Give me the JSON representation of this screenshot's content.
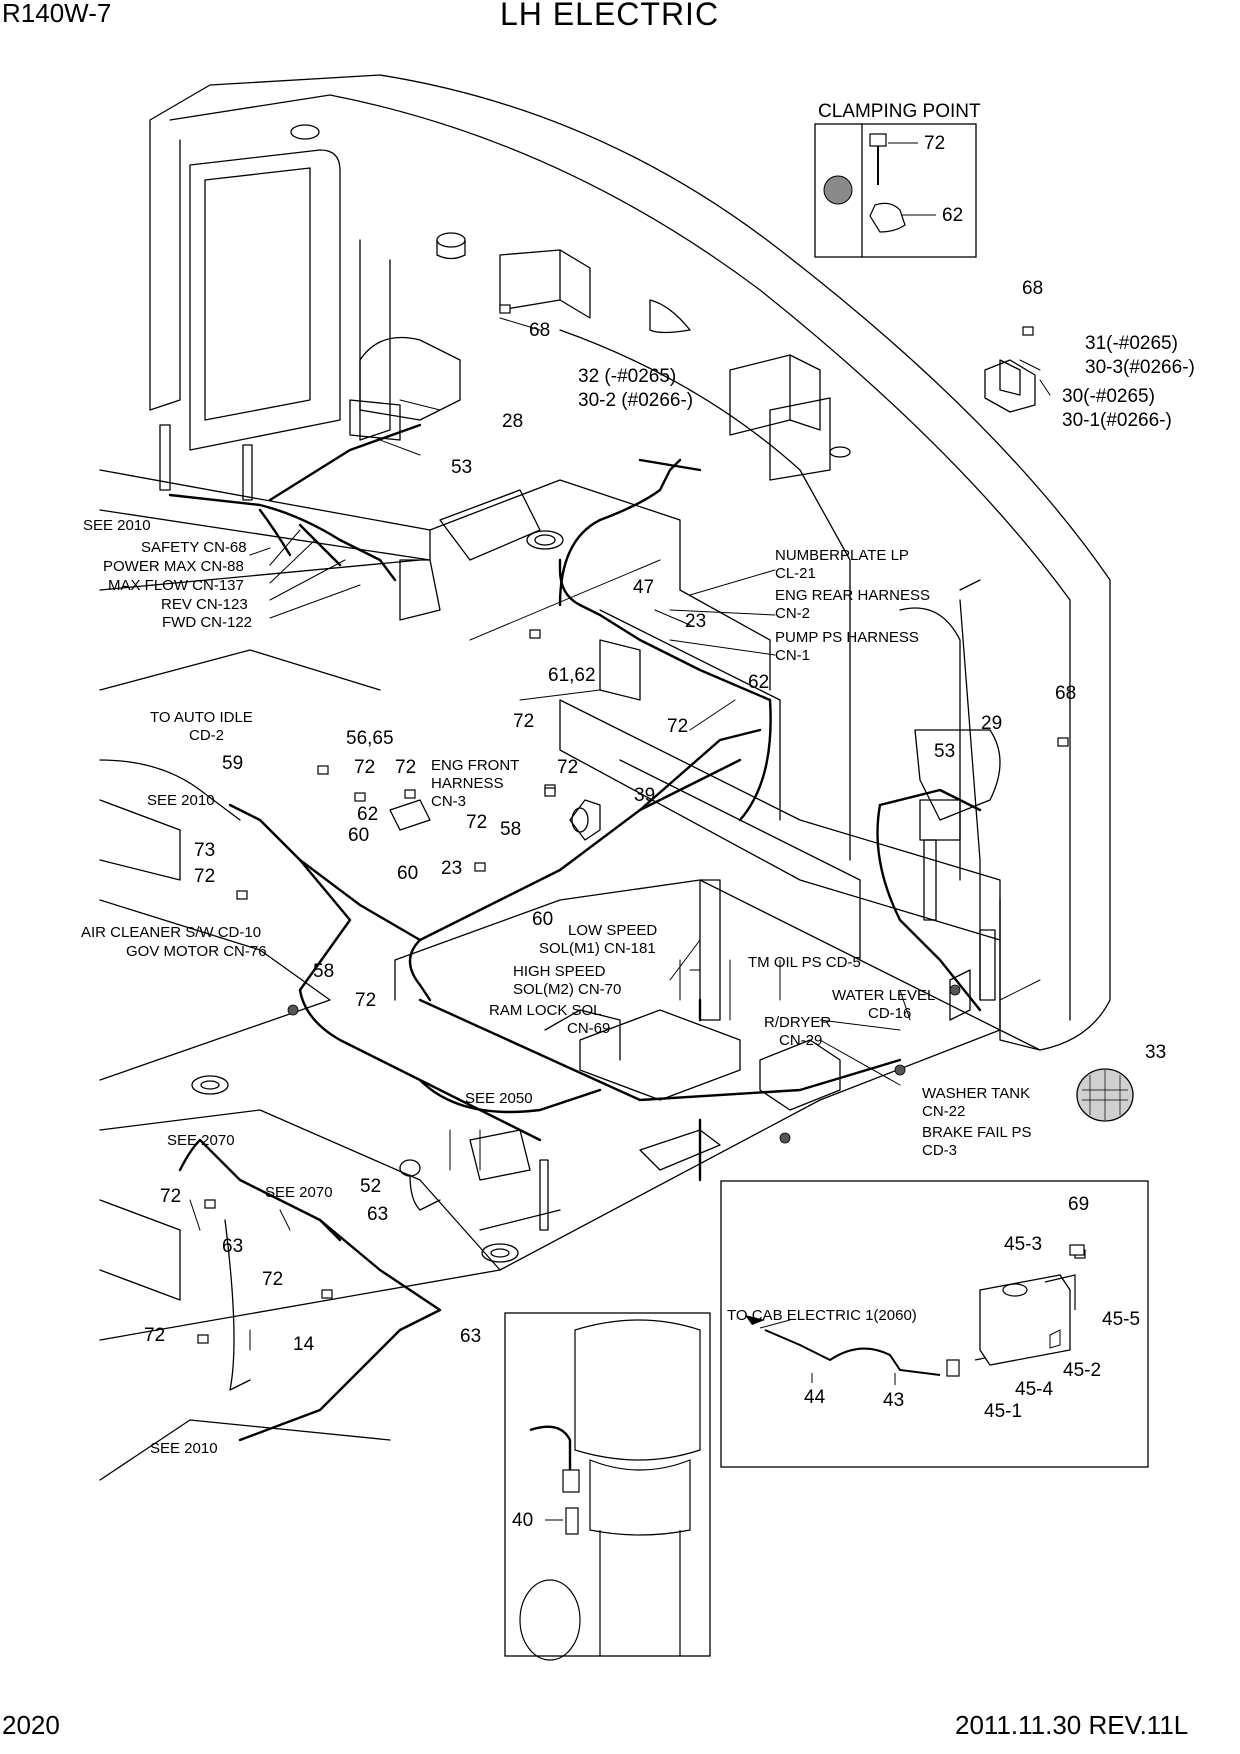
{
  "header": {
    "model": "R140W-7",
    "title": "LH ELECTRIC"
  },
  "footer": {
    "page_number": "2020",
    "revision": "2011.11.30  REV.11L"
  },
  "clamping_point": {
    "title": "CLAMPING POINT",
    "parts": [
      "72",
      "62"
    ]
  },
  "connector_labels": [
    "SEE 2010",
    "SAFETY CN-68",
    "POWER MAX CN-88",
    "MAX FLOW CN-137",
    "REV CN-123",
    "FWD CN-122",
    "TO AUTO IDLE",
    "CD-2",
    "SEE 2010",
    "ENG FRONT",
    "HARNESS",
    "CN-3",
    "AIR CLEANER S/W CD-10",
    "GOV MOTOR CN-76",
    "NUMBERPLATE LP",
    "CL-21",
    "ENG REAR HARNESS",
    "CN-2",
    "PUMP PS HARNESS",
    "CN-1",
    "LOW SPEED",
    "SOL(M1) CN-181",
    "HIGH SPEED",
    "SOL(M2) CN-70",
    "RAM LOCK SOL",
    "CN-69",
    "TM OIL PS CD-5",
    "WATER LEVEL",
    "CD-16",
    "R/DRYER",
    "CN-29",
    "WASHER TANK",
    "CN-22",
    "BRAKE FAIL PS",
    "CD-3",
    "SEE 2050",
    "SEE 2070",
    "SEE 2070",
    "SEE 2010",
    "TO CAB ELECTRIC 1(2060)"
  ],
  "part_callouts": [
    "68",
    "28",
    "53",
    "32 (-#0265)",
    "30-2 (#0266-)",
    "68",
    "31(-#0265)",
    "30-3(#0266-)",
    "30(-#0265)",
    "30-1(#0266-)",
    "47",
    "23",
    "61,62",
    "62",
    "72",
    "72",
    "56,65",
    "59",
    "72",
    "72",
    "72",
    "62",
    "60",
    "73",
    "72",
    "72",
    "58",
    "23",
    "60",
    "39",
    "60",
    "58",
    "72",
    "68",
    "29",
    "53",
    "33",
    "52",
    "63",
    "63",
    "72",
    "72",
    "72",
    "14",
    "63",
    "40",
    "69",
    "45-3",
    "45-5",
    "45-2",
    "45-4",
    "45-1",
    "44",
    "43"
  ]
}
